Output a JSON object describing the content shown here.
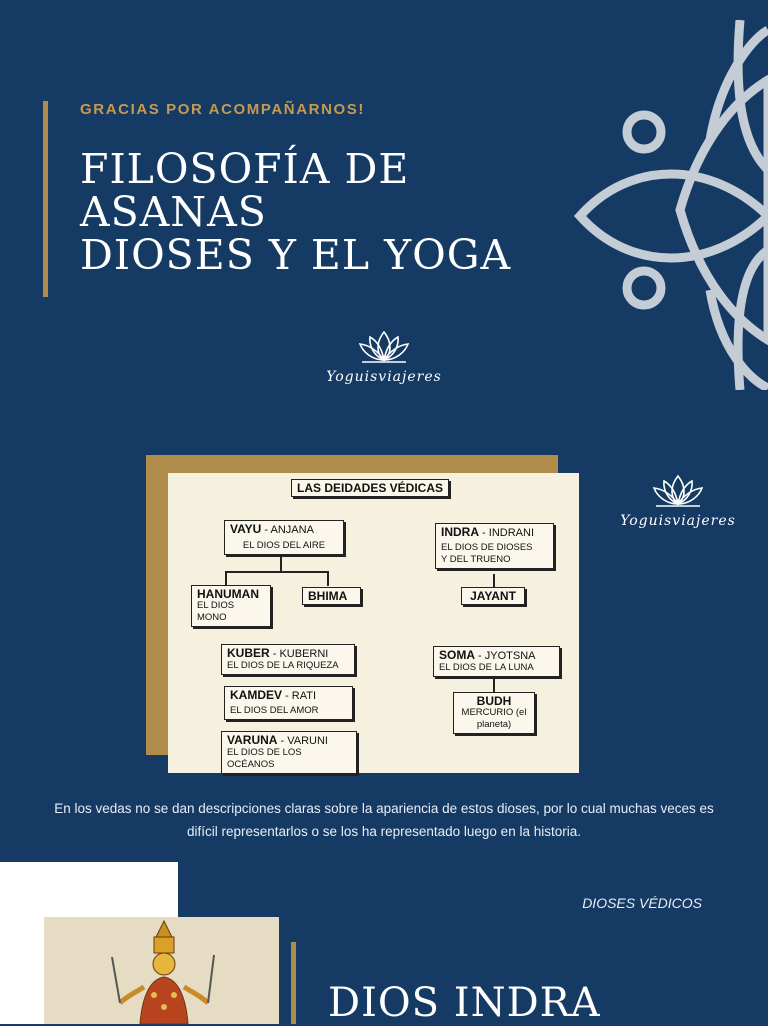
{
  "header": {
    "kicker": "GRACIAS POR ACOMPAÑARNOS!",
    "title_lines": [
      "FILOSOFÍA DE",
      "ASANAS",
      "DIOSES Y EL YOGA"
    ]
  },
  "brand": {
    "name": "Yoguisviajeres"
  },
  "diagram": {
    "title": "LAS DEIDADES VÉDICAS",
    "vayu": {
      "name": "VAYU",
      "consort": "ANJANA",
      "desc": "EL DIOS DEL AIRE"
    },
    "hanuman": {
      "name": "HANUMAN",
      "desc": "EL DIOS MONO"
    },
    "bhima": {
      "name": "BHIMA"
    },
    "indra": {
      "name": "INDRA",
      "consort": "INDRANI",
      "desc_1": "EL DIOS DE DIOSES",
      "desc_2": "Y DEL TRUENO"
    },
    "jayant": {
      "name": "JAYANT"
    },
    "kuber": {
      "name": "KUBER",
      "consort": "KUBERNI",
      "desc": "EL DIOS DE LA RIQUEZA"
    },
    "kamdev": {
      "name": "KAMDEV",
      "consort": "RATI",
      "desc": "EL DIOS DEL AMOR"
    },
    "varuna": {
      "name": "VARUNA",
      "consort": "VARUNI",
      "desc": "EL DIOS DE LOS OCÉANOS"
    },
    "soma": {
      "name": "SOMA",
      "consort": "JYOTSNA",
      "desc": "EL DIOS DE LA LUNA"
    },
    "budh": {
      "name": "BUDH",
      "desc_1": "MERCURIO (el",
      "desc_2": "planeta)"
    },
    "separator": " - "
  },
  "description": "En los vedas no se dan descripciones claras sobre la apariencia de estos dioses, por lo cual muchas veces es difícil representarlos o se los ha representado luego en la historia.",
  "section_label": "DIOSES VÉDICOS",
  "section_title": "DIOS INDRA",
  "colors": {
    "background": "#153a63",
    "gold": "#b08c4a",
    "ornament": "#c4ccd6"
  }
}
